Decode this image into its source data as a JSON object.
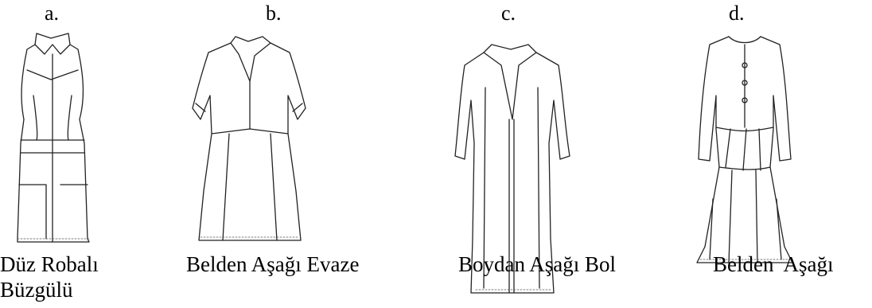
{
  "labels": [
    "a.",
    "b.",
    "c.",
    "d."
  ],
  "captions": [
    {
      "line1": "Düz Robalı",
      "line2": "Büzgülü"
    },
    {
      "line1": "Belden Aşağı Evaze"
    },
    {
      "line1": "Boydan Aşağı Bol"
    },
    {
      "line1": "Belden  Aşağı"
    }
  ]
}
